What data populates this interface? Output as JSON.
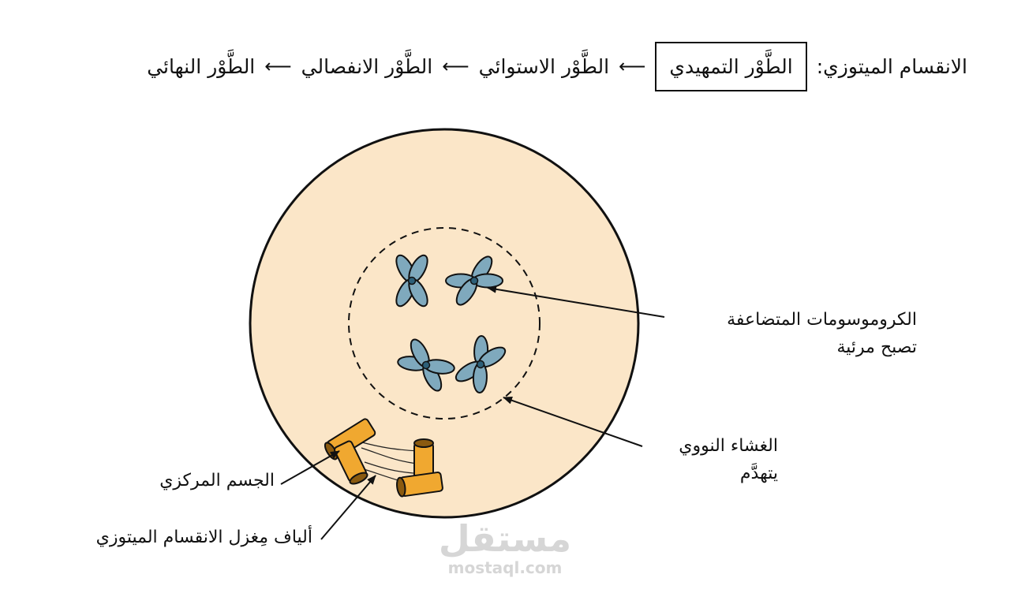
{
  "header": {
    "prefix": "الانقسام الميتوزي:",
    "phases": [
      "الطَّوْر التمهيدي",
      "الطَّوْر الاستوائي",
      "الطَّوْر الانفصالي",
      "الطَّوْر النهائي"
    ],
    "arrow": "⟵",
    "highlighted_phase": "الطَّوْر التمهيدي"
  },
  "labels": {
    "chromosomes": [
      "الكروموسومات المتضاعفة",
      "تصبح مرئية"
    ],
    "nuclear_envelope": [
      "الغشاء النووي",
      "يتهدَّم"
    ],
    "centrosome": "الجسم المركزي",
    "spindle_fibers": "ألياف مِغزل الانقسام الميتوزي"
  },
  "watermark": {
    "ar": "مستقل",
    "en": "mostaql.com"
  },
  "colors": {
    "cell_fill": "#fbe6c8",
    "chromosome": "#7fa9bd",
    "centrosome": "#f0a830",
    "outline": "#111111"
  },
  "icons": [
    "chromosome-icon",
    "centriole-icon",
    "arrow-icon"
  ]
}
